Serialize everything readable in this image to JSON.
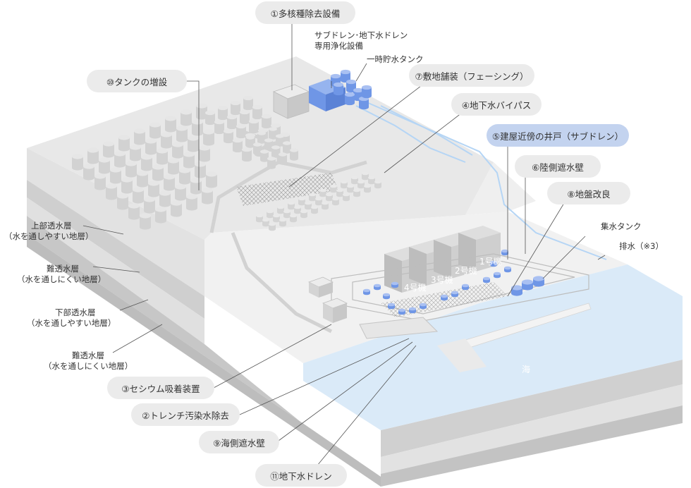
{
  "callouts": [
    {
      "id": "1",
      "label": "①多核種除去設備"
    },
    {
      "id": "10",
      "label": "⑩タンクの増設"
    },
    {
      "id": "7",
      "label": "⑦敷地舗装（フェーシング）"
    },
    {
      "id": "4",
      "label": "④地下水バイパス"
    },
    {
      "id": "5",
      "label": "⑤建屋近傍の井戸（サブドレン）"
    },
    {
      "id": "6",
      "label": "⑥陸側遮水壁"
    },
    {
      "id": "8",
      "label": "⑧地盤改良"
    },
    {
      "id": "3",
      "label": "③セシウム吸着装置"
    },
    {
      "id": "2",
      "label": "②トレンチ汚染水除去"
    },
    {
      "id": "9",
      "label": "⑨海側遮水壁"
    },
    {
      "id": "11",
      "label": "⑪地下水ドレン"
    }
  ],
  "labels": {
    "subdrain_line1": "サブドレン･地下水ドレン",
    "subdrain_line2": "専用浄化設備",
    "temp_tank": "一時貯水タンク",
    "collect_tank": "集水タンク",
    "drainage": "排水（※3）",
    "sea": "海"
  },
  "strata": [
    {
      "name": "上部透水層",
      "note": "（水を通しやすい地層）"
    },
    {
      "name": "難透水層",
      "note": "（水を通しにくい地層）"
    },
    {
      "name": "下部透水層",
      "note": "（水を通しやすい地層）"
    },
    {
      "name": "難透水層",
      "note": "（水を通しにくい地層）"
    }
  ],
  "units": [
    "1号機",
    "2号機",
    "3号機",
    "4号機"
  ],
  "colors": {
    "ground_top": "#e6e6e6",
    "tank_gray": "#d8d8d8",
    "blue_tank": "#6f96e6",
    "water_line": "#b5d5f5",
    "sea": "#daeaf8",
    "highlight_pill": "#c3d3ef",
    "pill": "#ebebeb"
  }
}
